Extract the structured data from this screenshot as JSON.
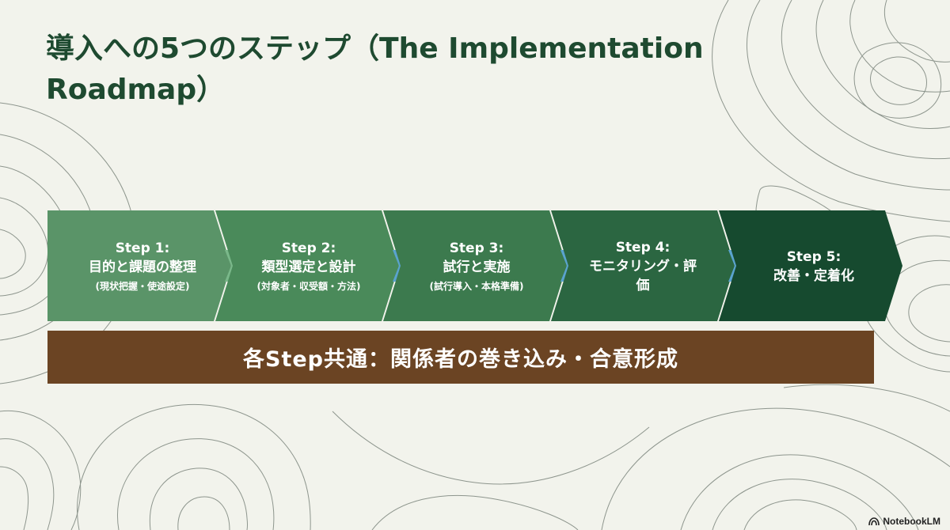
{
  "title": "導入への5つのステップ（The Implementation Roadmap）",
  "steps": [
    {
      "label": "Step 1:",
      "title": "目的と課題の整理",
      "sub": "(現状把握・使途設定)",
      "color": "#5a9468"
    },
    {
      "label": "Step 2:",
      "title": "類型選定と設計",
      "sub": "(対象者・収受額・方法)",
      "color": "#4a8a5a"
    },
    {
      "label": "Step 3:",
      "title": "試行と実施",
      "sub": "(試行導入・本格準備)",
      "color": "#3c7a4e"
    },
    {
      "label": "Step 4:",
      "title": "モニタリング・評価",
      "sub": "",
      "color": "#2b6641"
    },
    {
      "label": "Step 5:",
      "title": "改善・定着化",
      "sub": "",
      "color": "#164a2f"
    }
  ],
  "connector_color": "#5aa3cf",
  "common_bar": "各Step共通：関係者の巻き込み・合意形成",
  "brand": "NotebookLM"
}
